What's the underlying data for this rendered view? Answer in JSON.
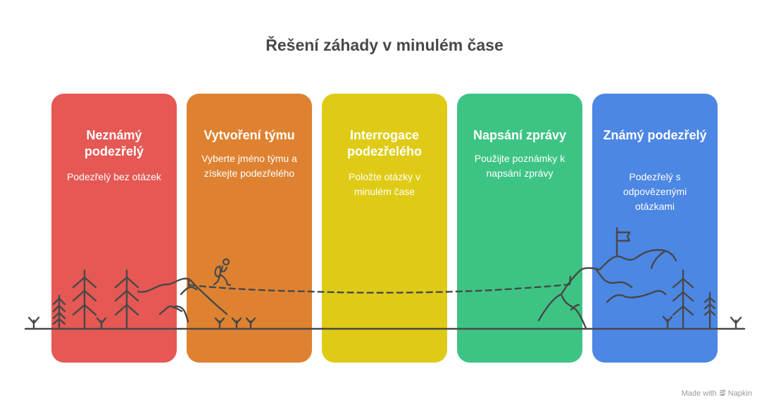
{
  "title": "Řešení záhady v minulém čase",
  "steps": [
    {
      "title": "Neznámý podezřelý",
      "description": "Podezřelý bez otázek",
      "color": "#E55854"
    },
    {
      "title": "Vytvoření týmu",
      "description": "Vyberte jméno týmu a získejte podezřelého",
      "color": "#DE8231"
    },
    {
      "title": "Interrogace podezřelého",
      "description": "Položte otázky v minulém čase",
      "color": "#DFCB15"
    },
    {
      "title": "Napsání zprávy",
      "description": "Použijte poznámky k napsání zprávy",
      "color": "#3DC484"
    },
    {
      "title": "Známý podezřelý",
      "description": "Podezřelý s odpovězenými otázkami",
      "color": "#4D87E4"
    }
  ],
  "illustration": {
    "icons": [
      "tree-icon",
      "grass-icon",
      "hill-icon",
      "hiker-icon",
      "dashed-path",
      "mountain-icon",
      "flag-icon"
    ],
    "line_color": "#484848"
  },
  "footer": {
    "text_before": "Made with",
    "brand": "Napkin"
  }
}
